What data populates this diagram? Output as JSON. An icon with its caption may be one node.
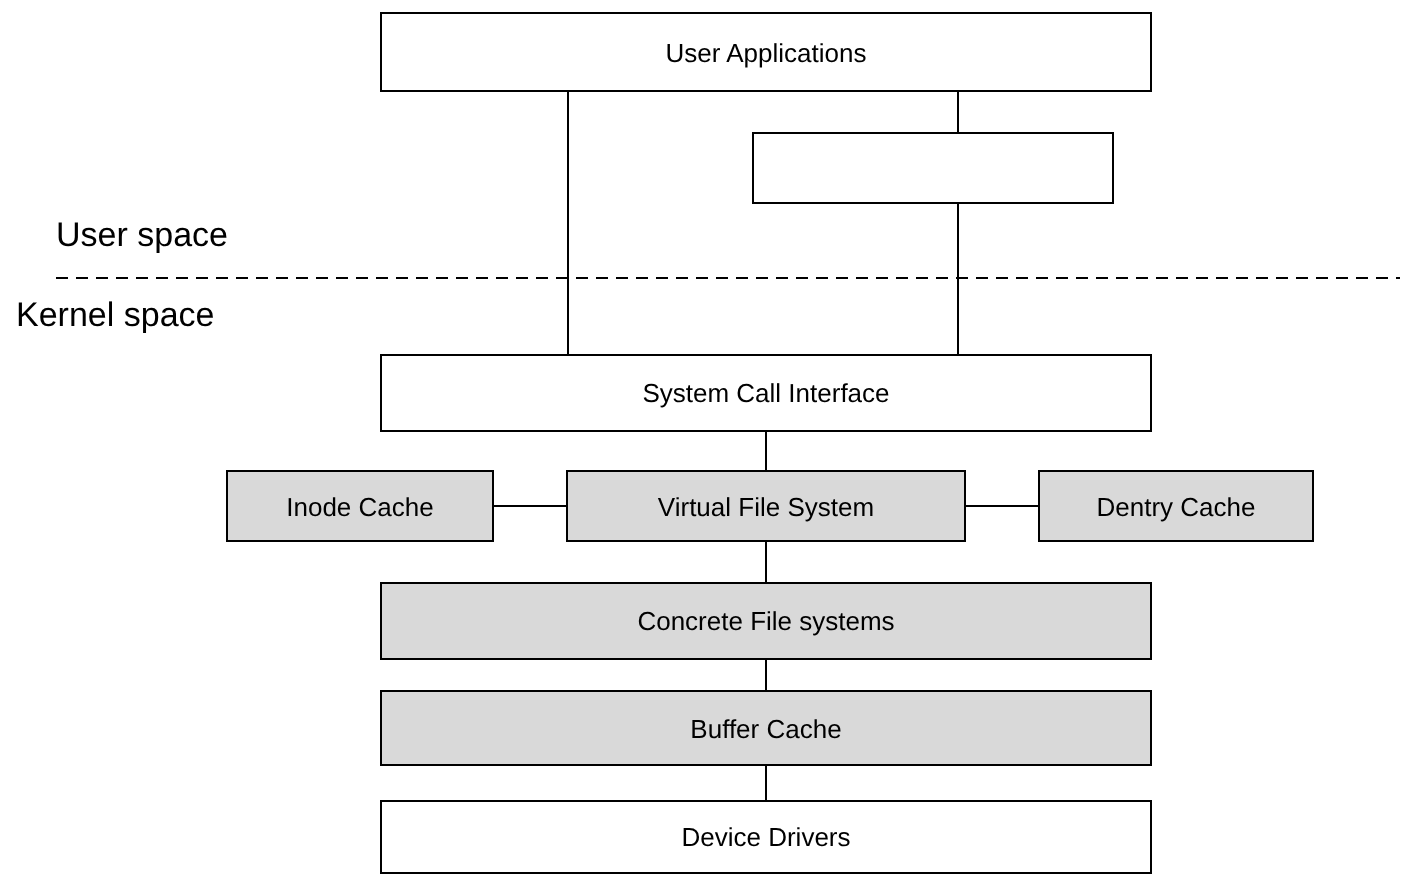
{
  "diagram": {
    "nodes": [
      {
        "text": [
          "User Applications"
        ]
      },
      {
        "text": [],
        "shape": "box"
      },
      {
        "text": [
          "System Call Interface"
        ]
      },
      {
        "text": [
          "Inode Cache"
        ]
      },
      {
        "text": [
          "Virtual File System"
        ]
      },
      {
        "text": [
          "Dentry Cache"
        ]
      },
      {
        "text": [
          "Concrete File systems"
        ]
      },
      {
        "text": [
          "Buffer Cache"
        ]
      },
      {
        "text": [
          "Device Drivers"
        ]
      }
    ],
    "edges": [
      {
        "from": 0,
        "to": 2,
        "arrow": "none"
      },
      {
        "from": 0,
        "to": 1,
        "arrow": "none"
      },
      {
        "from": 1,
        "to": 2,
        "arrow": "none"
      },
      {
        "from": 2,
        "to": 4,
        "arrow": "none"
      },
      {
        "from": 3,
        "to": 4,
        "arrow": "none"
      },
      {
        "from": 4,
        "to": 5,
        "arrow": "none"
      },
      {
        "from": 4,
        "to": 6,
        "arrow": "none"
      },
      {
        "from": 6,
        "to": 7,
        "arrow": "none"
      },
      {
        "from": 7,
        "to": 8,
        "arrow": "none"
      }
    ],
    "labels": [
      "User space",
      "Kernel space"
    ]
  }
}
